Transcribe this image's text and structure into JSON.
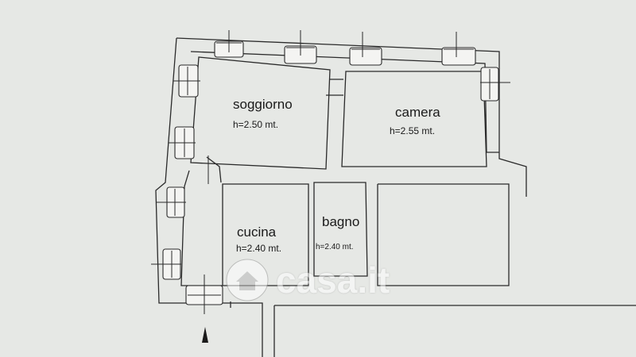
{
  "rooms": [
    {
      "name": "soggiorno",
      "height": "h=2.50 mt."
    },
    {
      "name": "camera",
      "height": "h=2.55 mt."
    },
    {
      "name": "cucina",
      "height": "h=2.40 mt."
    },
    {
      "name": "bagno",
      "height": "h=2.40 mt."
    }
  ],
  "watermark": {
    "text": "casa.it",
    "icon": "house-icon"
  },
  "colors": {
    "background": "#e6e8e5",
    "lines": "#2a2a2a",
    "watermark": "#ffffff"
  }
}
